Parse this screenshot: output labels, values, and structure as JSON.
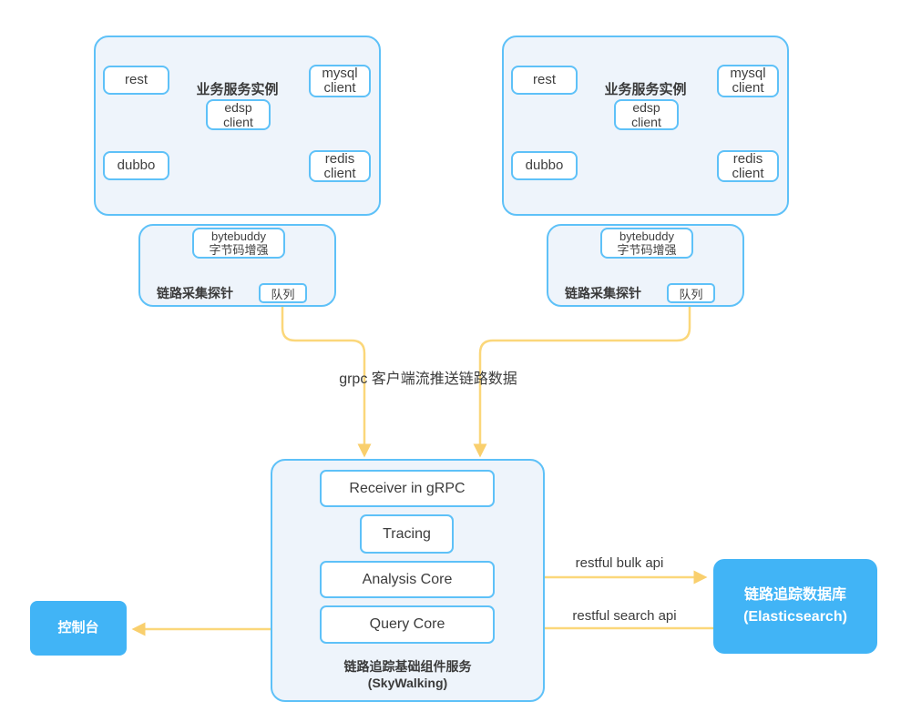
{
  "service_group": {
    "title": "业务服务实例",
    "rest": "rest",
    "edsp": "edsp\nclient",
    "mysql": "mysql\nclient",
    "dubbo": "dubbo",
    "redis": "redis\nclient"
  },
  "probe": {
    "label": "链路采集探针",
    "bytebuddy": "bytebuddy\n字节码增强",
    "queue": "队列"
  },
  "flow": {
    "grpc_label": "grpc 客户端流推送链路数据",
    "bulk_api_label": "restful bulk api",
    "search_api_label": "restful search api"
  },
  "skywalking": {
    "receiver": "Receiver in gRPC",
    "tracing": "Tracing",
    "analysis": "Analysis Core",
    "query": "Query Core",
    "caption": "链路追踪基础组件服务\n(SkyWalking)"
  },
  "storage": {
    "label": "链路追踪数据库\n(Elasticsearch)"
  },
  "console": {
    "label": "控制台"
  },
  "colors": {
    "border_blue": "#5ec1f8",
    "panel_fill": "#eef4fb",
    "solid_blue": "#41b4f6",
    "arrow_yellow": "#fbd77a",
    "arrow_head": "#f9cf6d",
    "dashed_yellow": "#fbdf9d",
    "text_dark": "#3c3c3c"
  }
}
